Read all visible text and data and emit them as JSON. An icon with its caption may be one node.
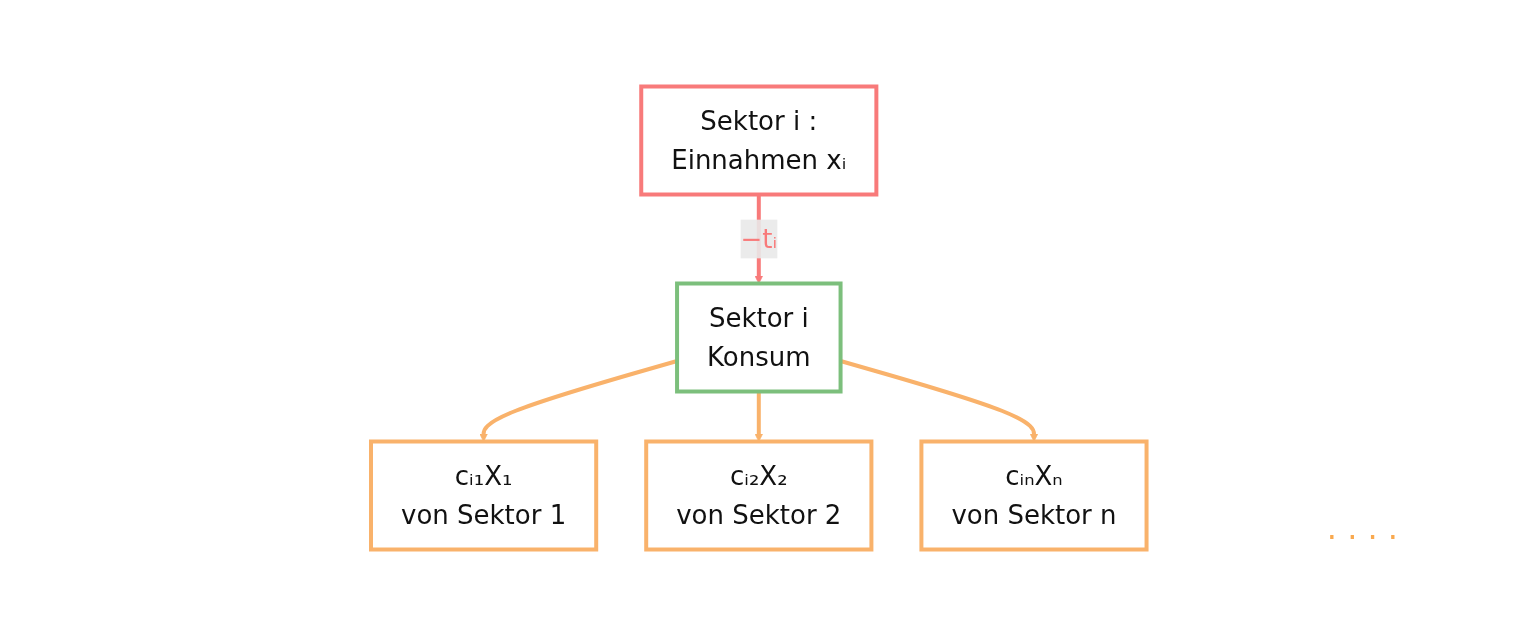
{
  "diagram": {
    "nodes": [
      {
        "text": [
          "Sektor i :",
          "Einnahmen xᵢ"
        ]
      },
      {
        "text": [
          "Sektor i",
          "Konsum"
        ]
      },
      {
        "text": [
          "cᵢ₁X₁",
          "von Sektor 1"
        ]
      },
      {
        "text": [
          "cᵢ₂X₂",
          "von Sektor 2"
        ]
      },
      {
        "text": [
          "cᵢₙXₙ",
          "von Sektor n"
        ]
      }
    ],
    "edges": [
      {
        "from": 0,
        "to": 1,
        "arrow": "to",
        "label": "−tᵢ",
        "color": "#f87a7a"
      },
      {
        "from": 1,
        "to": 2,
        "arrow": "to"
      },
      {
        "from": 1,
        "to": 3,
        "arrow": "to"
      },
      {
        "from": 1,
        "to": 4,
        "arrow": "to"
      }
    ],
    "labels": [
      "· · · ·"
    ]
  }
}
